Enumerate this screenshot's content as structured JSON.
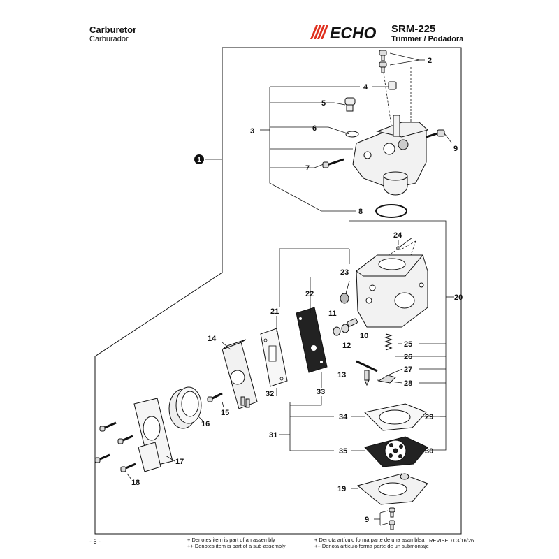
{
  "header": {
    "title": "Carburetor",
    "subtitle": "Carburador",
    "brand": "ECHO",
    "model": "SRM-225",
    "product": "Trimmer / Podadora"
  },
  "callouts": {
    "assembly": "1",
    "p2": "2",
    "p3": "3",
    "p4": "4",
    "p5": "5",
    "p6": "6",
    "p7": "7",
    "p8": "8",
    "p9": "9",
    "p9b": "9",
    "p10": "10",
    "p11": "11",
    "p12": "12",
    "p13": "13",
    "p14": "14",
    "p15": "15",
    "p16": "16",
    "p17": "17",
    "p18": "18",
    "p19": "19",
    "p20": "20",
    "p21": "21",
    "p22": "22",
    "p23": "23",
    "p24": "24",
    "p25": "25",
    "p26": "26",
    "p27": "27",
    "p28": "28",
    "p29": "29",
    "p30": "30",
    "p31": "31",
    "p32": "32",
    "p33": "33",
    "p34": "34",
    "p35": "35"
  },
  "footer": {
    "page": "- 6 -",
    "note_en_1": "+ Denotes item is part of an assembly",
    "note_en_2": "++ Denotes item is part of a sub-assembly",
    "note_es_1": "+ Denota artículo forma parte de una asamblea",
    "note_es_2": "++ Denota artículo forma parte de un submontaje",
    "revised": "REVISED 03/16/26"
  }
}
